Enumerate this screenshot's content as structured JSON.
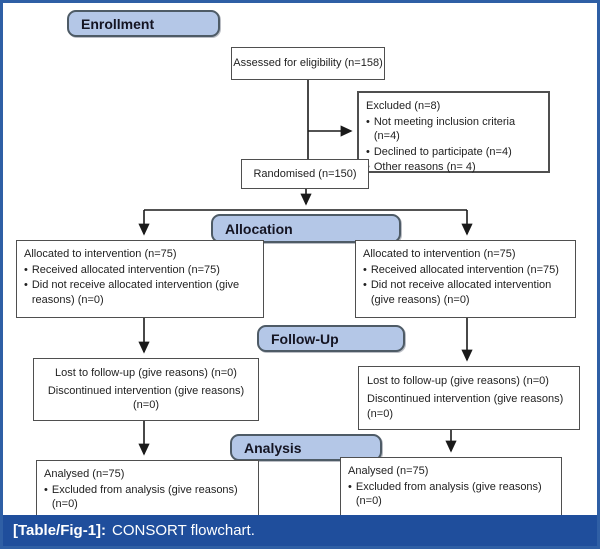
{
  "theme": {
    "label_fill": "#b4c7e7",
    "label_border": "#4e5b66",
    "box_border": "#4f4f4f",
    "arrow_color": "#1a1a1a",
    "frame_border": "#2f5fa5",
    "caption_bg": "#1f4e9c",
    "caption_text_color": "#ffffff"
  },
  "glyphs": {
    "bullet": "•"
  },
  "stages": {
    "enrollment": "Enrollment",
    "allocation": "Allocation",
    "followup": "Follow-Up",
    "analysis": "Analysis"
  },
  "boxes": {
    "assessed": "Assessed for eligibility (n=158)",
    "excluded": {
      "title": "Excluded (n=8)",
      "bullets": [
        "Not meeting inclusion criteria (n=4)",
        "Declined to participate (n=4)",
        "Other reasons (n= 4)"
      ]
    },
    "randomised": "Randomised (n=150)",
    "alloc_left": {
      "title": "Allocated to intervention (n=75)",
      "bullets": [
        "Received allocated intervention (n=75)",
        "Did not receive allocated intervention (give reasons) (n=0)"
      ]
    },
    "alloc_right": {
      "title": "Allocated to intervention (n=75)",
      "bullets": [
        "Received allocated intervention (n=75)",
        "Did not receive allocated intervention (give reasons) (n=0)"
      ]
    },
    "followup_left": {
      "lines": [
        "Lost to follow-up (give reasons) (n=0)",
        "Discontinued intervention (give reasons) (n=0)"
      ]
    },
    "followup_right": {
      "lines": [
        "Lost to follow-up (give reasons) (n=0)",
        "Discontinued intervention (give reasons) (n=0)"
      ]
    },
    "analysis_left": {
      "title": "Analysed (n=75)",
      "bullets": [
        "Excluded from analysis (give reasons) (n=0)"
      ]
    },
    "analysis_right": {
      "title": "Analysed (n=75)",
      "bullets": [
        "Excluded from analysis (give reasons) (n=0)"
      ]
    }
  },
  "caption": {
    "label": "[Table/Fig-1]:",
    "text": "CONSORT flowchart."
  }
}
